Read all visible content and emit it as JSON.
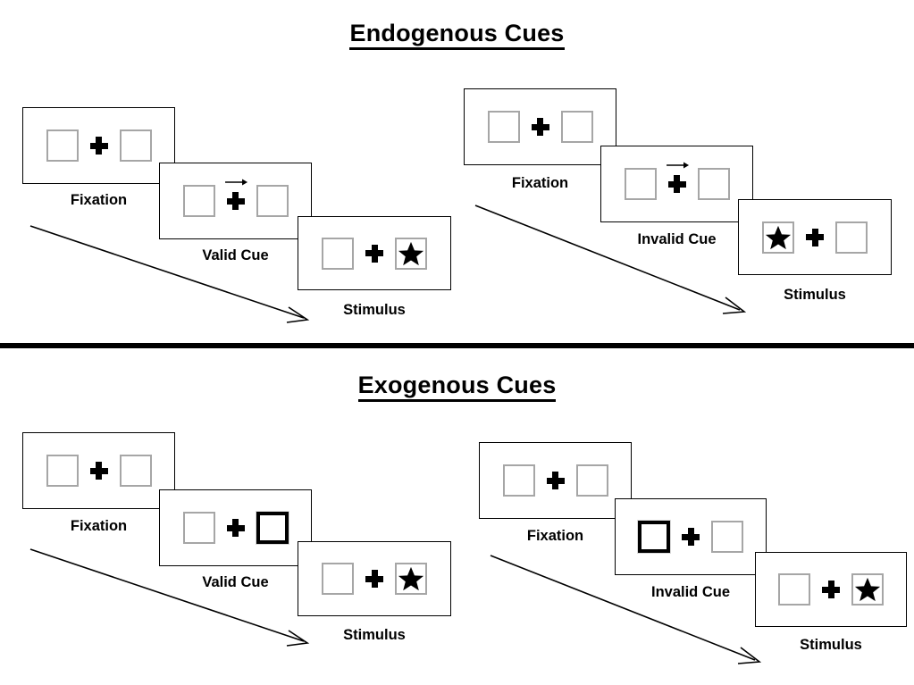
{
  "figure": {
    "sections": [
      {
        "id": "endogenous",
        "title": "Endogenous Cues",
        "columns": [
          {
            "id": "endogenous-valid",
            "cue_type": "arrow",
            "panels": [
              {
                "caption": "Fixation",
                "left_box": "empty",
                "right_box": "empty",
                "cue": "none",
                "target": "none"
              },
              {
                "caption": "Valid Cue",
                "left_box": "empty",
                "right_box": "empty",
                "cue": "arrow-right",
                "target": "none"
              },
              {
                "caption": "Stimulus",
                "left_box": "empty",
                "right_box": "star",
                "cue": "none",
                "target": "right"
              }
            ]
          },
          {
            "id": "endogenous-invalid",
            "cue_type": "arrow",
            "panels": [
              {
                "caption": "Fixation",
                "left_box": "empty",
                "right_box": "empty",
                "cue": "none",
                "target": "none"
              },
              {
                "caption": "Invalid Cue",
                "left_box": "empty",
                "right_box": "empty",
                "cue": "arrow-right",
                "target": "none"
              },
              {
                "caption": "Stimulus",
                "left_box": "star",
                "right_box": "empty",
                "cue": "none",
                "target": "left"
              }
            ]
          }
        ]
      },
      {
        "id": "exogenous",
        "title": "Exogenous Cues",
        "columns": [
          {
            "id": "exogenous-valid",
            "cue_type": "box-flash",
            "panels": [
              {
                "caption": "Fixation",
                "left_box": "empty",
                "right_box": "empty",
                "cue": "none",
                "target": "none"
              },
              {
                "caption": "Valid Cue",
                "left_box": "empty",
                "right_box": "cued",
                "cue": "box-right",
                "target": "none"
              },
              {
                "caption": "Stimulus",
                "left_box": "empty",
                "right_box": "star",
                "cue": "none",
                "target": "right"
              }
            ]
          },
          {
            "id": "exogenous-invalid",
            "cue_type": "box-flash",
            "panels": [
              {
                "caption": "Fixation",
                "left_box": "empty",
                "right_box": "empty",
                "cue": "none",
                "target": "none"
              },
              {
                "caption": "Invalid Cue",
                "left_box": "cued",
                "right_box": "empty",
                "cue": "box-left",
                "target": "none"
              },
              {
                "caption": "Stimulus",
                "left_box": "empty",
                "right_box": "star",
                "cue": "none",
                "target": "right"
              }
            ]
          }
        ]
      }
    ],
    "icons": {
      "fixation_cross": "plus-icon",
      "target": "star-icon",
      "endogenous_cue": "arrow-right-icon",
      "exogenous_cue": "highlighted-box-icon",
      "time_flow": "diagonal-arrow-icon"
    },
    "colors": {
      "background": "#ffffff",
      "ink": "#000000",
      "box_outline": "#a6a6a6",
      "frame_outline": "#000000",
      "cue_outline": "#000000"
    }
  }
}
